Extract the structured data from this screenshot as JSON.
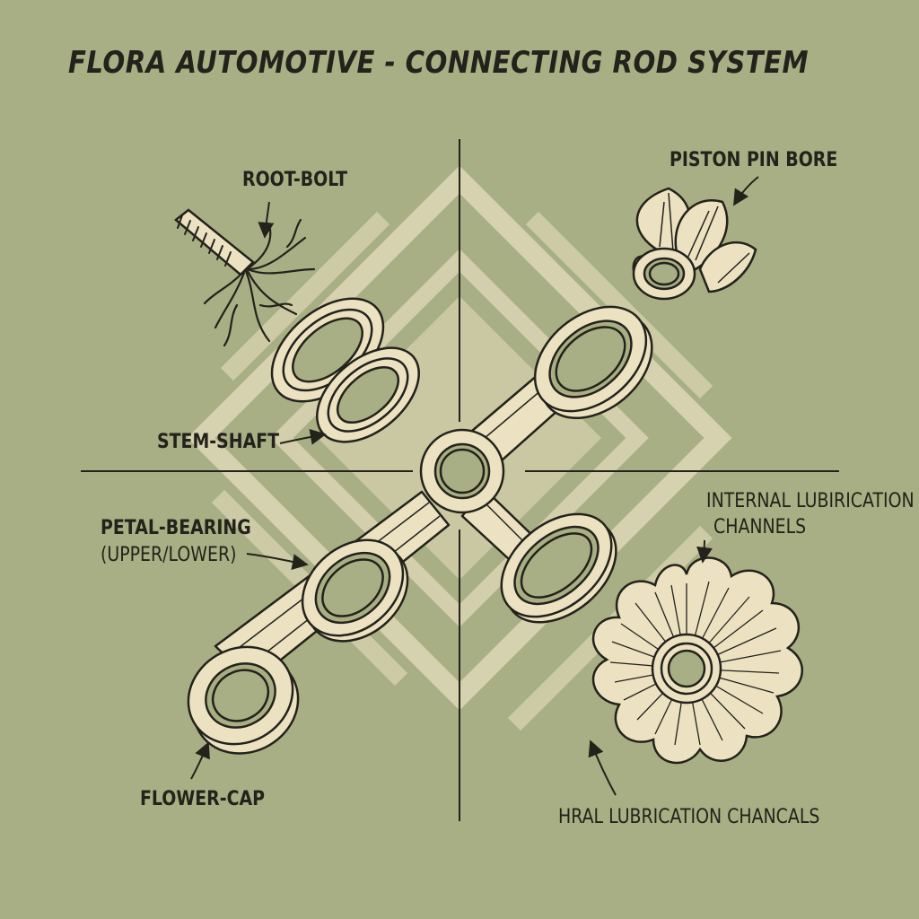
{
  "diagram": {
    "title": "FLORA AUTOMOTIVE - CONNECTING ROD SYSTEM",
    "labels": {
      "root_bolt": "ROOT-BOLT",
      "piston_pin_bore": "PISTON PIN BORE",
      "stem_shaft": "STEM-SHAFT",
      "petal_bearing": "PETAL-BEARING",
      "petal_bearing_sub": "(UPPER/LOWER)",
      "internal_lubrication_1": "INTERNAL LUBIRICATION",
      "internal_lubrication_2": "CHANNELS",
      "flower_cap": "FLOWER-CAP",
      "bottom_lubrication": "HRAL LUBRICATION CHANCALS"
    },
    "colors": {
      "background": "#a8af84",
      "line": "#23221b",
      "fill_cream": "#ece2c2",
      "diamond": "#e6dcbc"
    }
  }
}
